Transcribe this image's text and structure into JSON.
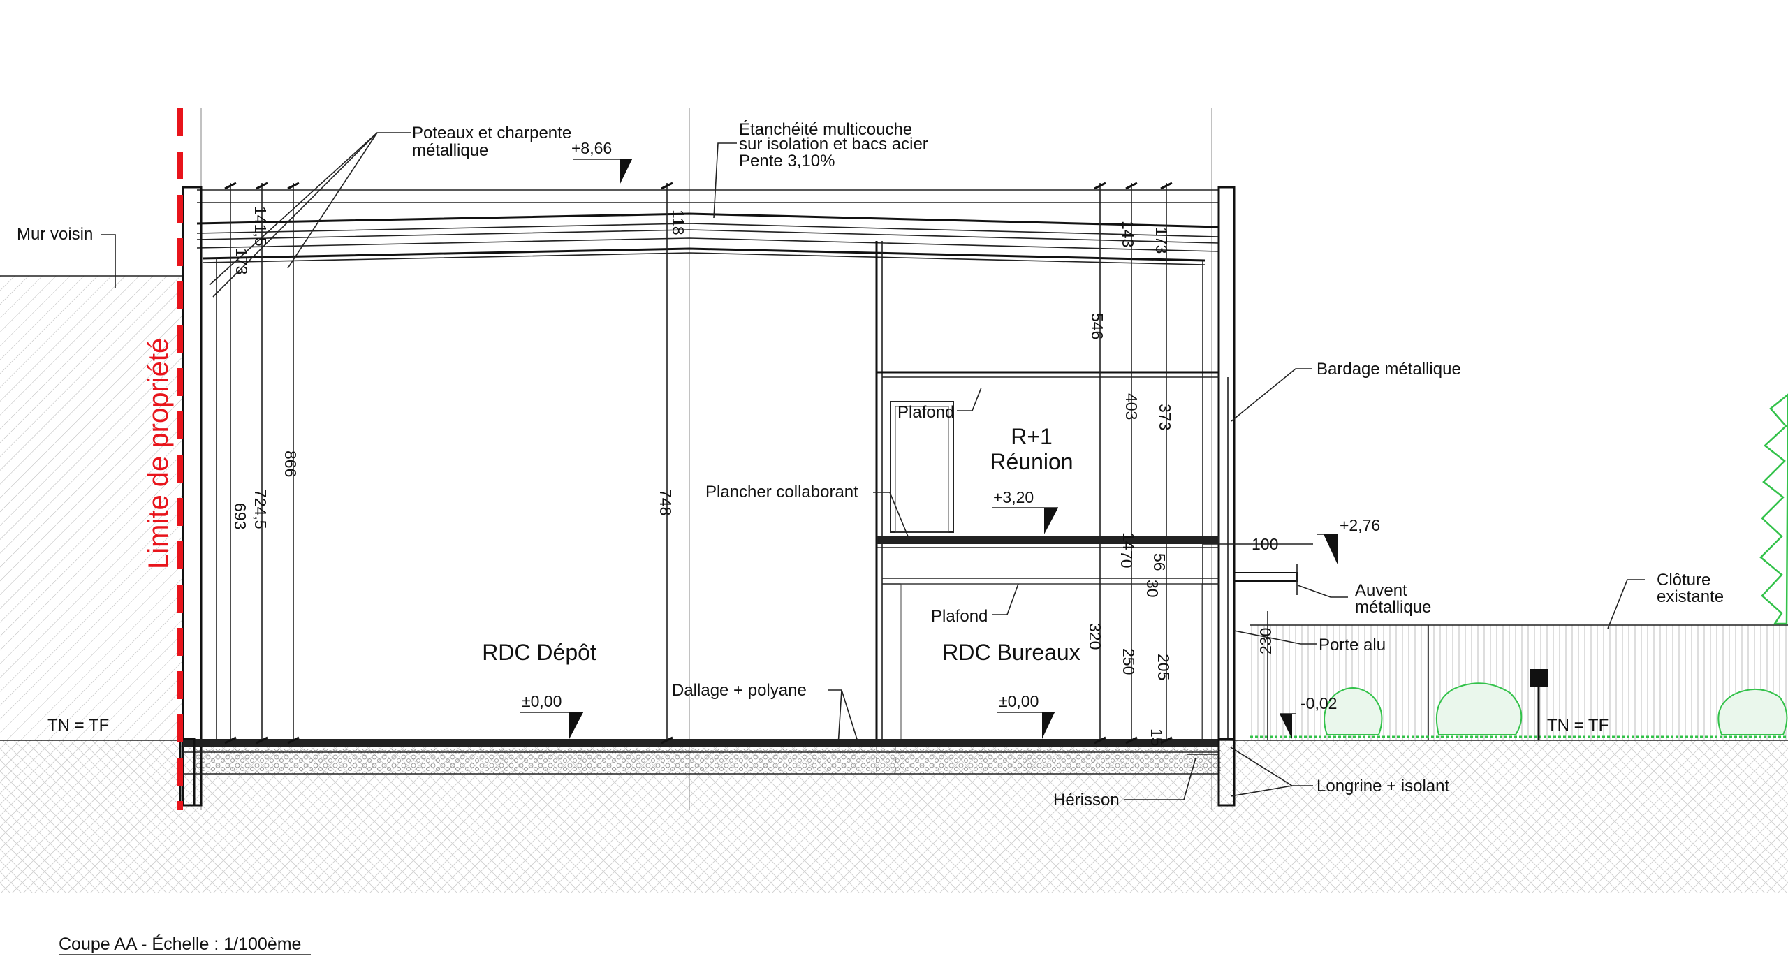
{
  "labels": {
    "poteaux": [
      "Poteaux et charpente",
      "métallique"
    ],
    "etancheite": [
      "Étanchéité multicouche",
      "sur isolation et bacs acier",
      "Pente 3,10%"
    ],
    "mur_voisin": "Mur voisin",
    "limite": "Limite de propriété",
    "bardage": "Bardage métallique",
    "plafond_r1": "Plafond",
    "r1": "R+1",
    "reunion": "Réunion",
    "plancher": "Plancher collaborant",
    "auvent": [
      "Auvent",
      "métallique"
    ],
    "cloture": [
      "Clôture",
      "existante"
    ],
    "plafond_rdc": "Plafond",
    "rdc_depot": "RDC Dépôt",
    "rdc_bureaux": "RDC Bureaux",
    "porte_alu": "Porte alu",
    "dallage": "Dallage + polyane",
    "tn_left": "TN = TF",
    "tn_right": "TN = TF",
    "herisson": "Hérisson",
    "longrine": "Longrine + isolant",
    "caption": "Coupe AA - Échelle : 1/100ème"
  },
  "levels": {
    "top": "+8,66",
    "r1": "+3,20",
    "auvent": "+2,76",
    "rdc_depot": "±0,00",
    "rdc_bureaux": "±0,00",
    "outside": "-0,02"
  },
  "dims": {
    "d173_left": "173",
    "d141": "141,5",
    "d118": "118",
    "d143": "143",
    "d173_right": "173",
    "d693": "693",
    "d7245": "724,5",
    "d866": "866",
    "d748": "748",
    "d546": "546",
    "d403": "403",
    "d373": "373",
    "d14": "14",
    "d70": "70",
    "d56": "56",
    "d30": "30",
    "d320": "320",
    "d250": "250",
    "d205": "205",
    "d15": "15",
    "d100": "100",
    "d230": "230"
  },
  "colors": {
    "property_line": "#e8141b",
    "ink": "#111111",
    "vegetation": "#33c24a"
  }
}
